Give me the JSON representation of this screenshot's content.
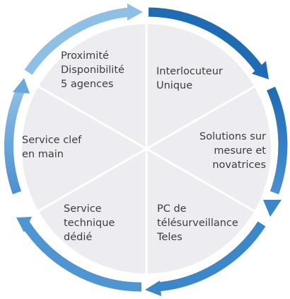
{
  "colors": {
    "disc": "#ededf1",
    "divider": "#ffffff",
    "arrow_dark": "#1f6cb5",
    "arrow_mid": "#3c87c9",
    "arrow_light": "#78afdc",
    "text": "#3d3d3d"
  },
  "segments": [
    {
      "id": "top-left",
      "lines": [
        "Proximité",
        "Disponibilité",
        "5 agences"
      ]
    },
    {
      "id": "top-right",
      "lines": [
        "Interlocuteur",
        "Unique"
      ]
    },
    {
      "id": "right",
      "lines": [
        "Solutions sur",
        "mesure et",
        "novatrices"
      ]
    },
    {
      "id": "bottom-right",
      "lines": [
        "PC de",
        "télésurveillance",
        "Teles"
      ]
    },
    {
      "id": "bottom-left",
      "lines": [
        "Service",
        "technique",
        "dédié"
      ]
    },
    {
      "id": "left",
      "lines": [
        "Service clef",
        "en main"
      ]
    }
  ]
}
